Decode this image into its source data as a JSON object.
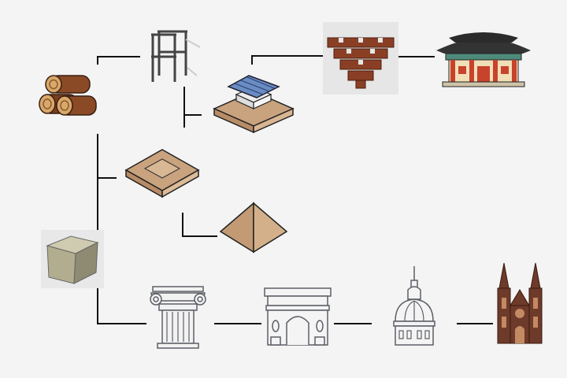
{
  "diagram": {
    "title": "",
    "nodes": [
      {
        "id": "wood",
        "icon": "wood-logs-icon"
      },
      {
        "id": "stone",
        "icon": "stone-block-icon"
      },
      {
        "id": "timber-frame",
        "icon": "timber-frame-icon"
      },
      {
        "id": "earth-platform-with-roof",
        "icon": "roofed-platform-icon"
      },
      {
        "id": "dougong-bracket",
        "icon": "dougong-bracket-icon"
      },
      {
        "id": "chinese-hall",
        "icon": "chinese-hall-icon"
      },
      {
        "id": "stepped-platform",
        "icon": "flat-top-pyramid-icon"
      },
      {
        "id": "pyramid",
        "icon": "pyramid-icon"
      },
      {
        "id": "ionic-column",
        "icon": "ionic-column-icon"
      },
      {
        "id": "triumphal-arch",
        "icon": "triumphal-arch-icon"
      },
      {
        "id": "dome",
        "icon": "dome-icon"
      },
      {
        "id": "gothic-cathedral",
        "icon": "gothic-cathedral-icon"
      }
    ],
    "edges": [
      {
        "from": "wood",
        "to": "timber-frame"
      },
      {
        "from": "timber-frame",
        "to": "earth-platform-with-roof"
      },
      {
        "from": "earth-platform-with-roof",
        "to": "dougong-bracket"
      },
      {
        "from": "dougong-bracket",
        "to": "chinese-hall"
      },
      {
        "from": "wood",
        "to": "stepped-platform"
      },
      {
        "from": "stone",
        "to": "stepped-platform"
      },
      {
        "from": "stepped-platform",
        "to": "pyramid"
      },
      {
        "from": "stone",
        "to": "ionic-column"
      },
      {
        "from": "ionic-column",
        "to": "triumphal-arch"
      },
      {
        "from": "triumphal-arch",
        "to": "dome"
      },
      {
        "from": "dome",
        "to": "gothic-cathedral"
      }
    ]
  },
  "colors": {
    "background": "#f4f4f4",
    "line": "#111111",
    "wood": "#8a4a26",
    "earth": "#c9a27e",
    "stone": "#b7b296",
    "roof_blue": "#6a8cc4",
    "outline": "#5c5f66",
    "hall_red": "#c8432d",
    "cathedral": "#6e3a2a"
  }
}
